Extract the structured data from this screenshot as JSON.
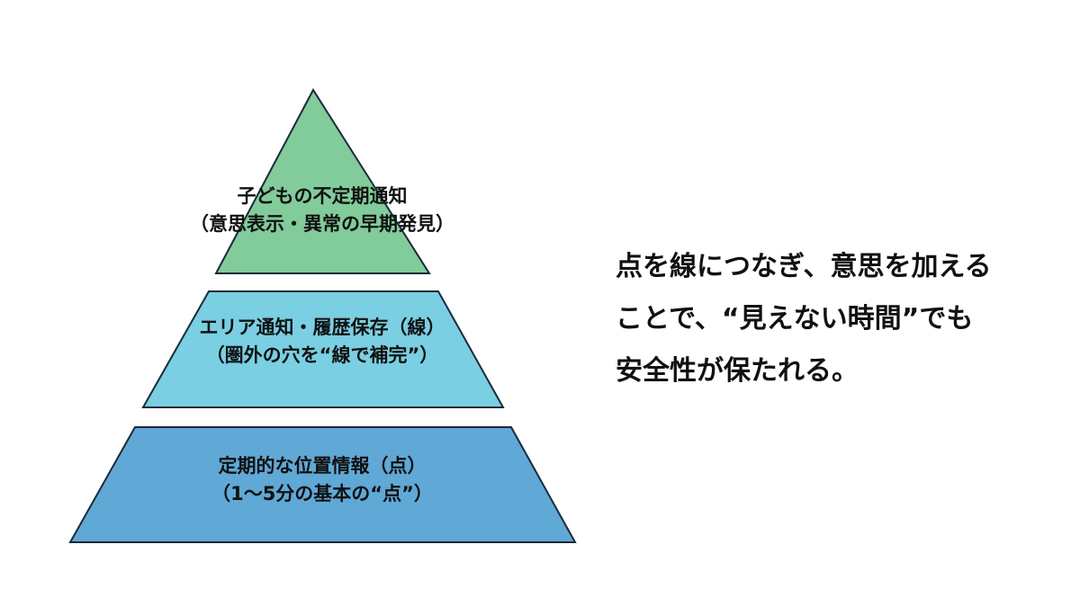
{
  "pyramid": {
    "tiers": [
      {
        "id": "top",
        "line1": "子どもの不定期通知",
        "line2": "（意思表示・異常の早期発見）",
        "color": "#82cb9a"
      },
      {
        "id": "middle",
        "line1": "エリア通知・履歴保存（線）",
        "line2": "（圏外の穴を“線で補完”）",
        "color": "#7acfe2"
      },
      {
        "id": "bottom",
        "line1": "定期的な位置情報（点）",
        "line2": "（1〜5分の基本の“点”）",
        "color": "#60a8d6"
      }
    ],
    "outline_color": "#1a2a3a"
  },
  "message": {
    "lines": [
      "点を線につなぎ、意思を加える",
      "ことで、“見えない時間”でも",
      "安全性が保たれる。"
    ]
  }
}
